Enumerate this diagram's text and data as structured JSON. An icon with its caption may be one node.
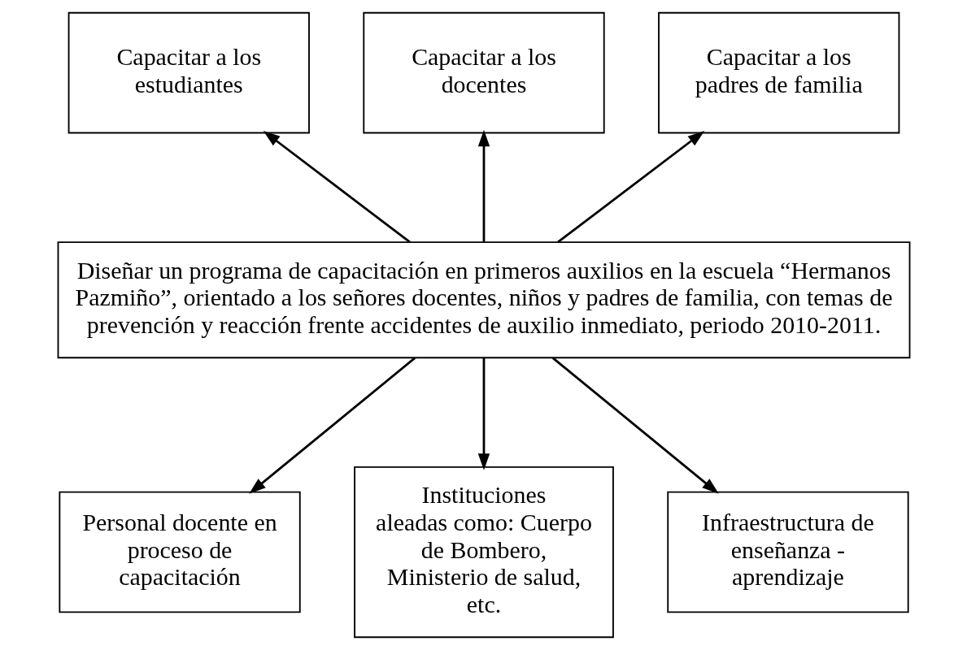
{
  "diagram": {
    "nodes": [
      {
        "text": [
          "Capacitar a los estudiantes"
        ]
      },
      {
        "text": [
          "Capacitar a los docentes"
        ]
      },
      {
        "text": [
          "Capacitar a los padres de familia"
        ]
      },
      {
        "text": [
          "Diseñar un programa de capacitación en primeros auxilios en la escuela “Hermanos Pazmiño”, orientado a los señores docentes, niños y padres de familia, con temas de prevención y reacción frente accidentes de auxilio inmediato, periodo 2010-2011."
        ]
      },
      {
        "text": [
          "Personal docente en proceso de capacitación"
        ]
      },
      {
        "text": [
          "Instituciones aleadas como: Cuerpo de Bombero, Ministerio de salud, etc."
        ]
      },
      {
        "text": [
          "Infraestructura de enseñanza - aprendizaje"
        ]
      }
    ],
    "edges": [
      {
        "from": 3,
        "to": 0,
        "arrow": "to"
      },
      {
        "from": 3,
        "to": 1,
        "arrow": "to"
      },
      {
        "from": 3,
        "to": 2,
        "arrow": "to"
      },
      {
        "from": 3,
        "to": 4,
        "arrow": "to"
      },
      {
        "from": 3,
        "to": 5,
        "arrow": "to"
      },
      {
        "from": 3,
        "to": 6,
        "arrow": "to"
      }
    ]
  }
}
